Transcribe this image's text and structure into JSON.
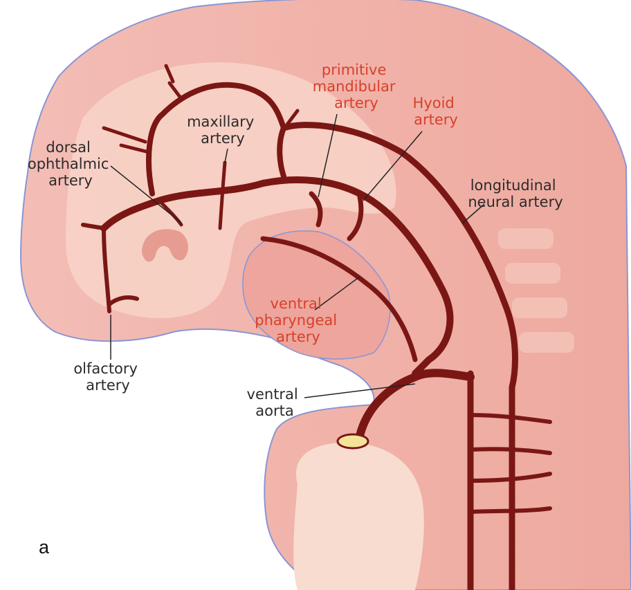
{
  "panel_letter": "a",
  "colors": {
    "background": "#ffffff",
    "embryo_outer": "#f0b4ae",
    "embryo_inner": "#f7cfc5",
    "outline": "#7f8fd0",
    "artery": "#7a1714",
    "artery_highlight": "#a8332a",
    "heart_cut": "#f5e39a",
    "label_dark": "#2b2b2b",
    "label_red": "#d8402a"
  },
  "labels": {
    "primitive_mandibular": [
      "primitive",
      "mandibular",
      "artery"
    ],
    "hyoid": [
      "Hyoid",
      "artery"
    ],
    "maxillary": [
      "maxillary",
      "artery"
    ],
    "dorsal_ophthalmic": [
      "dorsal",
      "ophthalmic",
      "artery"
    ],
    "longitudinal_neural": [
      "longitudinal",
      "neural artery"
    ],
    "ventral_pharyngeal": [
      "ventral",
      "pharyngeal",
      "artery"
    ],
    "olfactory": [
      "olfactory",
      "artery"
    ],
    "ventral_aorta": [
      "ventral",
      "aorta"
    ]
  }
}
